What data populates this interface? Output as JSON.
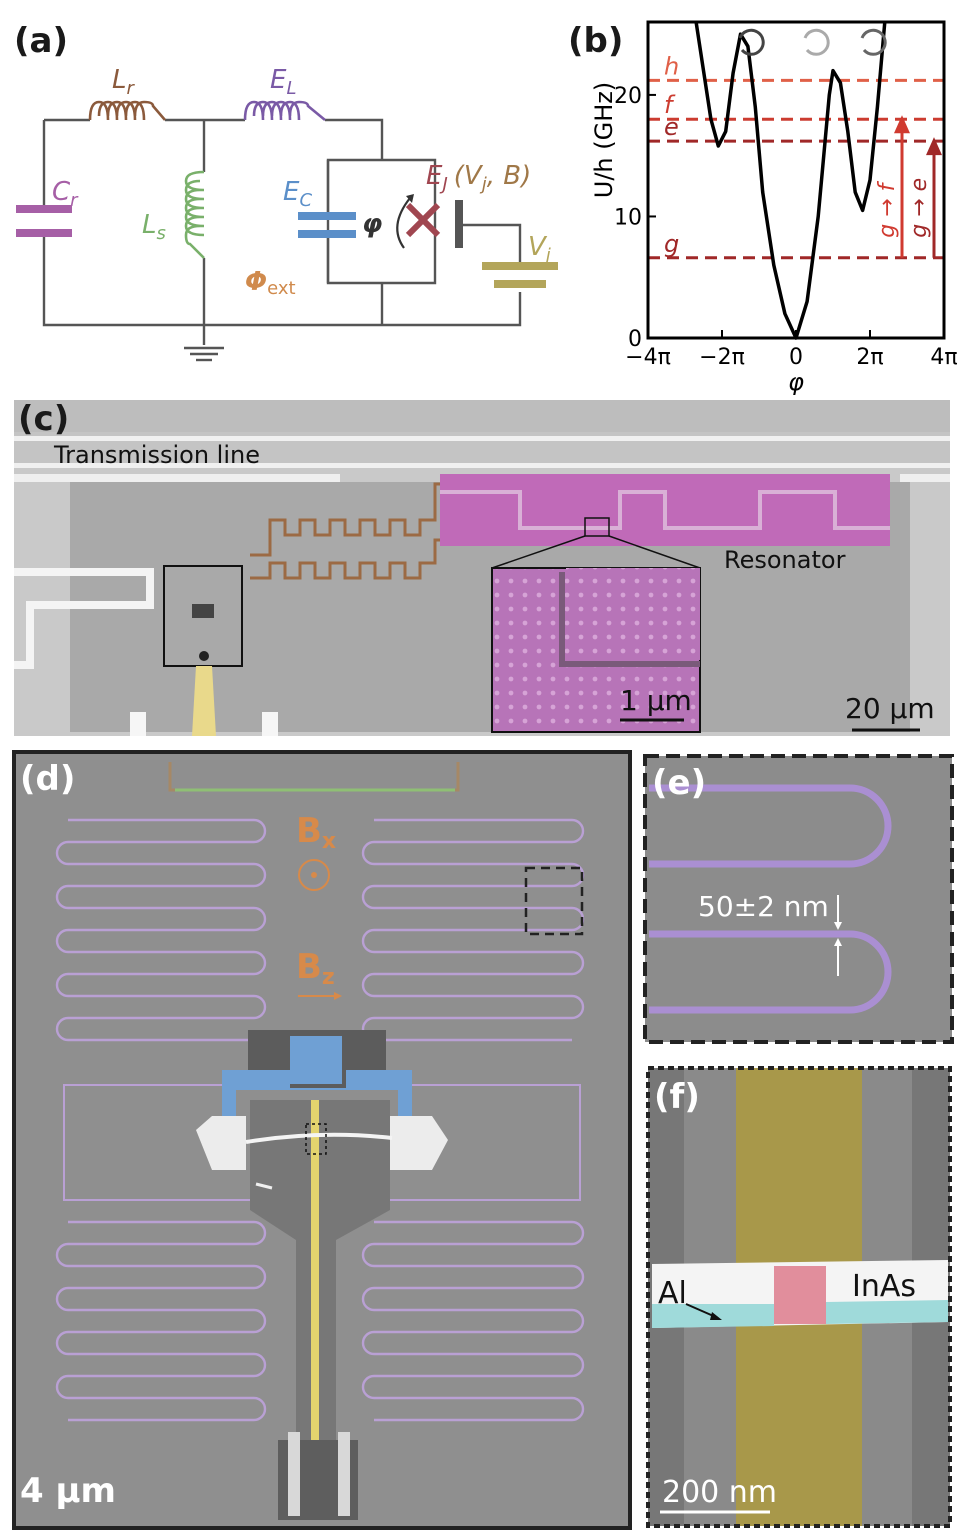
{
  "figure": {
    "panels": {
      "a": {
        "label": "(a)",
        "components": {
          "Lr": "L",
          "Lr_sub": "r",
          "EL": "E",
          "EL_sub": "L",
          "Cr": "C",
          "Cr_sub": "r",
          "Ls": "L",
          "Ls_sub": "s",
          "EC": "E",
          "EC_sub": "C",
          "phi": "φ",
          "Phi_ext": "Φ",
          "Phi_ext_sub": "ext",
          "EJ": "E",
          "EJ_sub": "J",
          "EJ_args": "(V",
          "EJ_args_sub": "j",
          "EJ_args_tail": ", B)",
          "Vj": "V",
          "Vj_sub": "j"
        },
        "colors": {
          "Lr": "#8b5a3c",
          "EL": "#7a5aa6",
          "Cr": "#a65fa6",
          "Ls": "#79b06a",
          "EC": "#5b8fc9",
          "EJ": "#a04650",
          "Vj": "#b3a55a",
          "Phi_ext": "#d08a4c"
        }
      },
      "b": {
        "label": "(b)",
        "chart_data": {
          "type": "line",
          "ylabel": "U/h (GHz)",
          "xlabel": "φ",
          "xlim": [
            -4,
            4
          ],
          "ylim": [
            0,
            26
          ],
          "x_unit": "π",
          "xticks": [
            "−4π",
            "−2π",
            "0",
            "2π",
            "4π"
          ],
          "yticks": [
            "0",
            "10",
            "20"
          ],
          "levels": [
            {
              "name": "h",
              "value": 21.2,
              "color": "#e06048"
            },
            {
              "name": "f",
              "value": 18.0,
              "color": "#cc3c30"
            },
            {
              "name": "e",
              "value": 16.2,
              "color": "#a02828"
            },
            {
              "name": "g",
              "value": 6.6,
              "color": "#a02828"
            }
          ],
          "transitions": [
            {
              "label": "g → f",
              "from": "g",
              "to": "f",
              "color": "#d03a30"
            },
            {
              "label": "g → e",
              "from": "g",
              "to": "e",
              "color": "#a02828"
            }
          ],
          "potential_points": [
            [
              -2.7,
              26
            ],
            [
              -2.5,
              22
            ],
            [
              -2.3,
              18
            ],
            [
              -2.1,
              15.8
            ],
            [
              -1.9,
              17
            ],
            [
              -1.7,
              21.8
            ],
            [
              -1.5,
              25
            ],
            [
              -1.3,
              24
            ],
            [
              -1.1,
              19
            ],
            [
              -0.9,
              12
            ],
            [
              -0.6,
              6
            ],
            [
              -0.3,
              2
            ],
            [
              0,
              0
            ],
            [
              0.3,
              3
            ],
            [
              0.6,
              10
            ],
            [
              0.9,
              20
            ],
            [
              1.0,
              22
            ],
            [
              1.2,
              21
            ],
            [
              1.4,
              17
            ],
            [
              1.6,
              12
            ],
            [
              1.8,
              10.5
            ],
            [
              2.0,
              13
            ],
            [
              2.2,
              19
            ],
            [
              2.4,
              26
            ]
          ]
        }
      },
      "c": {
        "label": "(c)",
        "transmission_line": "Transmission line",
        "resonator": "Resonator",
        "inset_scale": "1 μm",
        "scale": "20 μm"
      },
      "d": {
        "label": "(d)",
        "Bx": "B",
        "Bx_sub": "x",
        "Bz": "B",
        "Bz_sub": "z",
        "scale": "4 μm"
      },
      "e": {
        "label": "(e)",
        "width_annotation": "50±2 nm"
      },
      "f": {
        "label": "(f)",
        "al_label": "Al",
        "inas_label": "InAs",
        "scale": "200 nm"
      }
    }
  }
}
